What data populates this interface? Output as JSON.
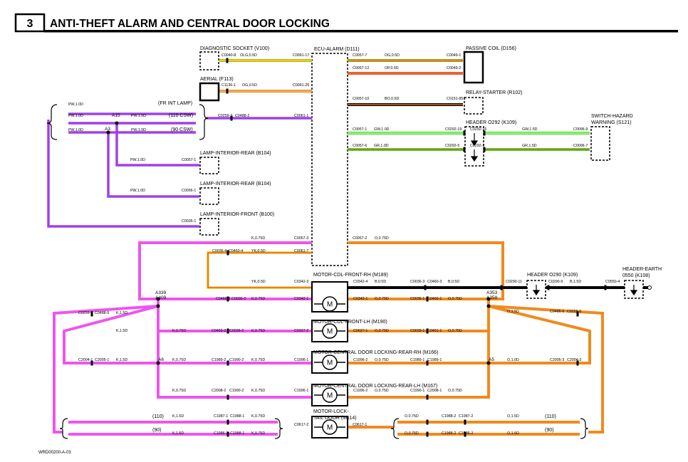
{
  "header": {
    "section_number": "3",
    "title": "ANTI-THEFT ALARM AND CENTRAL DOOR LOCKING"
  },
  "footer": {
    "figure_code": "WRD00200-A-03"
  },
  "colors": {
    "pink": "#ee55ee",
    "purple": "#a040e8",
    "orange": "#f08a1c",
    "black": "#000000",
    "green": "#44dd22",
    "yellow": "#f4cc22",
    "orange_red": "#ee6030",
    "olive": "#a09020"
  },
  "components": {
    "diag_socket": "DIAGNOSTIC SOCKET (V100)",
    "aerial": "AERIAL (F113)",
    "ecu": "ECU-ALARM (D111)",
    "passive_coil": "PASSIVE COIL (D156)",
    "relay_starter": "RELAY-STARTER (R102)",
    "header_o292": "HEADER O292 (K109)",
    "switch_hazard_1": "SWITCH-HAZARD",
    "switch_hazard_2": "WARNING (S121)",
    "fr_int_lamp": "(FR INT LAMP)",
    "csw110": "(110 CSW)",
    "csw90": "(90 CSW)",
    "lamp_rear_1": "LAMP-INTERIOR-REAR (B104)",
    "lamp_rear_2": "LAMP-INTERIOR-REAR (B104)",
    "lamp_front": "LAMP-INTERIOR-FRONT (B100)",
    "motor_front_rh": "MOTOR-CDL-FRONT-RH (M189)",
    "motor_front_lh": "MOTOR-CDL-FRONT-LH (M190)",
    "motor_rear_rh": "MOTOR-CENTRAL DOOR LOCKING-REAR-RH (M166)",
    "motor_rear_lh": "MOTOR-CENTRAL DOOR LOCKING-REAR-LH (M167)",
    "motor_tail_1": "MOTOR-LOCK-",
    "motor_tail_2": "TAIL DOOR (M114)",
    "header_o290": "HEADER O290 (K109)",
    "header_earth_1": "HEADER-EARTH",
    "header_earth_2": "0550 (K108)",
    "v110": "(110)",
    "v90": "(90)"
  },
  "junctions": {
    "a15": "A15",
    "a3": "A3",
    "a339": "A339",
    "a409": "A409",
    "a353": "A353",
    "a359": "A359",
    "a6": "A6",
    "a5": "A5"
  },
  "labels": [
    "C0040-8",
    "OLG,0.5D",
    "C0061-17",
    "C1136-1",
    "OG,0.5D",
    "C0061-26",
    "PW,1.0D",
    "PW,1.0D",
    "PW,1.0D",
    "PW,1.0D",
    "PW,1.0D",
    "C0259-2",
    "C0488-2",
    "C0061-1",
    "C0057-1",
    "PW,1.0D",
    "C0056-1",
    "PW,1.0D",
    "C0035-1",
    "K,0.75D",
    "C0057-3",
    "C0036-4",
    "C0460-4",
    "YK,0.5D",
    "C0061-7",
    "YK,0.5D",
    "C0342-3",
    "C0460-3",
    "C0036-2",
    "K,0.75D",
    "C0342-1",
    "C0259-5",
    "C0488-5",
    "K,1.5D",
    "K,1.5D",
    "K,0.75D",
    "C0469-2",
    "C0036-2",
    "K,0.75D",
    "C0327-2",
    "C2004-1",
    "C2005-1",
    "K,1.5D",
    "K,0.75D",
    "C1989-2",
    "C1990-2",
    "K,0.75D",
    "C1996-1",
    "K,0.75D",
    "C2008-2",
    "C1990-2",
    "K,0.75D",
    "C1996-1",
    "K,1.5D",
    "C1987-1",
    "C1988-1",
    "K,0.75D",
    "K,1.5D",
    "C1986-1",
    "C1988-1",
    "K,0.75D",
    "C0617-2",
    "C0057-7",
    "OG,0.5D",
    "C0049-1",
    "C0057-12",
    "OP,0.5D",
    "C0049-2",
    "C0057-10",
    "BO,0.5D",
    "C0151-85",
    "C0057-1",
    "GW,1.0D",
    "C0292-19",
    "C0292-16",
    "GW,1.5D",
    "C0096-9",
    "C0057-6",
    "GR,1.0D",
    "C0292-5",
    "C0292-2",
    "GR,1.5D",
    "C0096-7",
    "C0057-2",
    "O,0.75D",
    "C0342-4",
    "B,0.5D",
    "C0036-3",
    "C0460-3",
    "B,0.5D",
    "C0290-11",
    "C0290-9",
    "B,1.5D",
    "C0550-4",
    "C0342-1",
    "O,0.75D",
    "C0036-1",
    "C0460-1",
    "O,0.75D",
    "O,1.5D",
    "C0486-6",
    "C0259-6",
    "C0027-1",
    "O,0.75D",
    "C0039-1",
    "C0461-1",
    "O,0.75D",
    "C1996-2",
    "O,0.75D",
    "C1989-1",
    "C1989-1",
    "O,1.0D",
    "C2005-3",
    "C2004-3",
    "C1996-2",
    "O,0.75D",
    "C1990-1",
    "C2008-1",
    "O,0.75D",
    "C0617-1",
    "O,0.75D",
    "C1988-2",
    "C1987-2",
    "O,1.5D",
    "O,0.75D",
    "C1988-2",
    "C1986-2",
    "O,1.5D"
  ]
}
